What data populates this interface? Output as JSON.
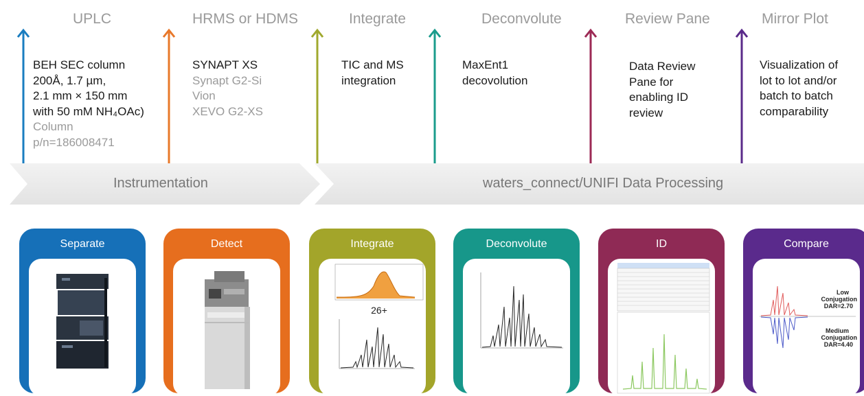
{
  "steps": [
    {
      "title": "UPLC",
      "color": "#1a7dc0",
      "lines": [
        {
          "text": "BEH SEC column",
          "gray": false
        },
        {
          "text": "200Å, 1.7 µm,",
          "gray": false
        },
        {
          "text": "2.1 mm × 150 mm",
          "gray": false
        },
        {
          "text": "with 50 mM NH₄OAc)",
          "gray": false
        },
        {
          "text": "Column",
          "gray": true
        },
        {
          "text": "p/n=186008471",
          "gray": true
        }
      ]
    },
    {
      "title": "HRMS or HDMS",
      "color": "#e8782a",
      "lines": [
        {
          "text": "SYNAPT XS",
          "gray": false
        },
        {
          "text": "Synapt G2-Si",
          "gray": true
        },
        {
          "text": "Vion",
          "gray": true
        },
        {
          "text": "XEVO G2-XS",
          "gray": true
        }
      ]
    },
    {
      "title": "Integrate",
      "color": "#a0a92e",
      "lines": [
        {
          "text": "TIC and MS",
          "gray": false
        },
        {
          "text": "integration",
          "gray": false
        }
      ]
    },
    {
      "title": "Deconvolute",
      "color": "#1a9c8c",
      "lines": [
        {
          "text": "MaxEnt1",
          "gray": false
        },
        {
          "text": "decovolution",
          "gray": false
        }
      ]
    },
    {
      "title": "Review Pane",
      "color": "#9c2a55",
      "lines": [
        {
          "text": "Data Review",
          "gray": false
        },
        {
          "text": "Pane for",
          "gray": false
        },
        {
          "text": "enabling ID",
          "gray": false
        },
        {
          "text": "review",
          "gray": false
        }
      ]
    },
    {
      "title": "Mirror Plot",
      "color": "#5a2a8a",
      "lines": [
        {
          "text": "Visualization of",
          "gray": false
        },
        {
          "text": "lot to lot and/or",
          "gray": false
        },
        {
          "text": "batch to batch",
          "gray": false
        },
        {
          "text": "comparability",
          "gray": false
        }
      ]
    }
  ],
  "chevrons": {
    "left_label": "Instrumentation",
    "right_label": "waters_connect/UNIFI Data Processing"
  },
  "cards": [
    {
      "title": "Separate",
      "color": "#1670b8",
      "image": "uplc-instrument"
    },
    {
      "title": "Detect",
      "color": "#e66e1e",
      "image": "mass-spectrometer"
    },
    {
      "title": "Integrate",
      "color": "#a3a52a",
      "image": "tic-and-spectrum-plots",
      "peak_label": "26+"
    },
    {
      "title": "Deconvolute",
      "color": "#17978a",
      "image": "deconvoluted-spectrum"
    },
    {
      "title": "ID",
      "color": "#8f2a55",
      "image": "review-pane-screenshot"
    },
    {
      "title": "Compare",
      "color": "#5a2a8c",
      "image": "mirror-plot",
      "upper_label": [
        "Low",
        "Conjugation",
        "DAR=2.70"
      ],
      "lower_label": [
        "Medium",
        "Conjugation",
        "DAR=4.40"
      ]
    }
  ]
}
